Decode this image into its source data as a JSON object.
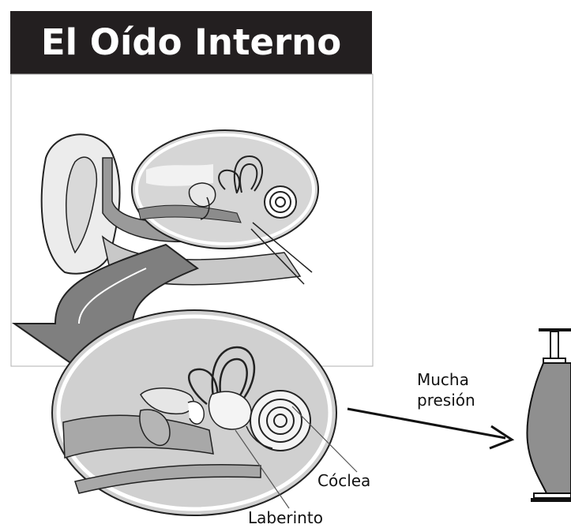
{
  "title": "El Oído Interno",
  "labels": {
    "pressure": "Mucha\npresión",
    "cochlea": "Cóclea",
    "labyrinth": "Laberinto"
  },
  "colors": {
    "banner": "#231f20",
    "arrow_fill": "#7f7f7f",
    "lens_fill": "#d0d0d0"
  }
}
